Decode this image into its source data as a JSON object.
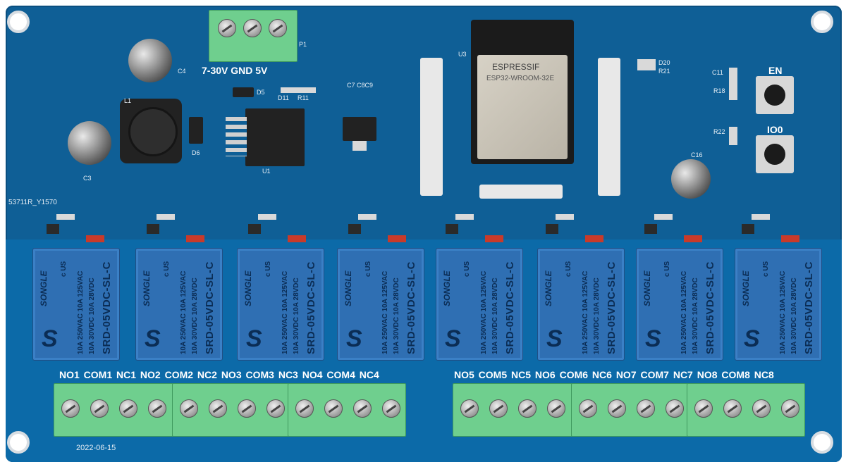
{
  "board": {
    "power_label": "7-30V GND  5V",
    "p1": "P1",
    "u1": "U1",
    "u3": "U3",
    "l1": "L1",
    "c3": "C3",
    "c4": "C4",
    "c16": "C16",
    "d5": "D5",
    "d6": "D6",
    "d11": "D11",
    "r11": "R11",
    "c7c8c9": "C7  C8C9",
    "d20": "D20",
    "r21": "R21",
    "c11": "C11",
    "r18": "R18",
    "r22": "R22",
    "serial": "53711R_Y1570",
    "date": "2022-06-15",
    "en_label": "EN",
    "io0_label": "IO0"
  },
  "esp": {
    "brand": "ESPRESSIF",
    "model": "ESP32-WROOM-32E"
  },
  "relays": [
    {
      "brand": "SONGLE",
      "rating1": "10A 250VAC  10A 125VAC",
      "rating2": "10A 30VDC  10A 28VDC",
      "model": "SRD-05VDC-SL-C",
      "ul": "c US"
    },
    {
      "brand": "SONGLE",
      "rating1": "10A 250VAC  10A 125VAC",
      "rating2": "10A 30VDC  10A 28VDC",
      "model": "SRD-05VDC-SL-C",
      "ul": "c US"
    },
    {
      "brand": "SONGLE",
      "rating1": "10A 250VAC  10A 125VAC",
      "rating2": "10A 30VDC  10A 28VDC",
      "model": "SRD-05VDC-SL-C",
      "ul": "c US"
    },
    {
      "brand": "SONGLE",
      "rating1": "10A 250VAC  10A 125VAC",
      "rating2": "10A 30VDC  10A 28VDC",
      "model": "SRD-05VDC-SL-C",
      "ul": "c US"
    },
    {
      "brand": "SONGLE",
      "rating1": "10A 250VAC  10A 125VAC",
      "rating2": "10A 30VDC  10A 28VDC",
      "model": "SRD-05VDC-SL-C",
      "ul": "c US"
    },
    {
      "brand": "SONGLE",
      "rating1": "10A 250VAC  10A 125VAC",
      "rating2": "10A 30VDC  10A 28VDC",
      "model": "SRD-05VDC-SL-C",
      "ul": "c US"
    },
    {
      "brand": "SONGLE",
      "rating1": "10A 250VAC  10A 125VAC",
      "rating2": "10A 30VDC  10A 28VDC",
      "model": "SRD-05VDC-SL-C",
      "ul": "c US"
    },
    {
      "brand": "SONGLE",
      "rating1": "10A 250VAC  10A 125VAC",
      "rating2": "10A 30VDC  10A 28VDC",
      "model": "SRD-05VDC-SL-C",
      "ul": "c US"
    }
  ],
  "terminal_labels": [
    "NO1 COM1 NC1  NO2 COM2 NC2  NO3 COM3 NC3  NO4 COM4 NC4",
    "NO5 COM5 NC5  NO6 COM6 NC6  NO7 COM7 NC7  NO8 COM8 NC8"
  ],
  "colors": {
    "pcb": "#0f5f96",
    "relay": "#2f6fb3",
    "terminal": "#6fcf8e",
    "silkscreen": "#ffffff"
  }
}
